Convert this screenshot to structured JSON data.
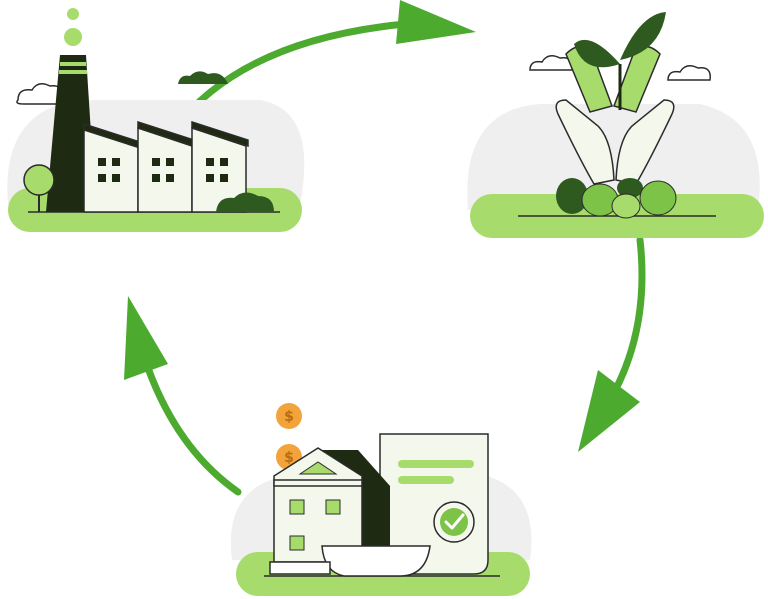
{
  "diagram": {
    "type": "cycle",
    "stages": [
      {
        "id": "factory",
        "icon": "factory-icon"
      },
      {
        "id": "plant",
        "icon": "hands-holding-plant-icon"
      },
      {
        "id": "finance",
        "icon": "bank-document-approval-icon"
      }
    ],
    "cycle_direction": "clockwise",
    "coin_symbol": "$"
  },
  "colors": {
    "arrow": "#4caa2e",
    "ground": "#a7dc6d",
    "light_green": "#c7e9a2",
    "dark": "#1e2a12",
    "backdrop": "#efefef",
    "coin": "#f2a33a",
    "outline": "#2b2b2b"
  }
}
